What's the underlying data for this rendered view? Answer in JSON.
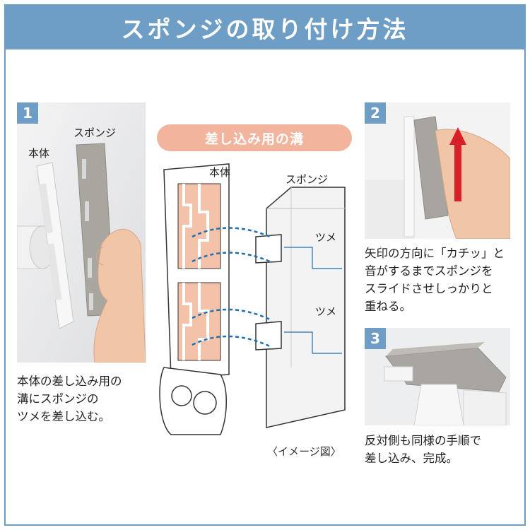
{
  "header": {
    "title": "スポンジの取り付け方法"
  },
  "step1": {
    "number": "1",
    "label_body": "本体",
    "label_sponge": "スポンジ",
    "caption_lines": [
      "本体の差し込み用の",
      "溝にスポンジの",
      "ツメを差し込む。"
    ]
  },
  "diagram": {
    "pill": "差し込み用の溝",
    "label_body": "本体",
    "label_sponge": "スポンジ",
    "label_tab_top": "ツメ",
    "label_tab_bottom": "ツメ",
    "note": "〈イメージ図〉"
  },
  "step2": {
    "number": "2",
    "caption_lines": [
      "矢印の方向に「カチッ」と",
      "音がするまでスポンジを",
      "スライドさせしっかりと",
      "重ねる。"
    ]
  },
  "step3": {
    "number": "3",
    "caption_lines": [
      "反対側も同様の手順で",
      "差し込み、完成。"
    ]
  },
  "colors": {
    "accent_blue": "#6e9dc6",
    "pill_salmon": "#f2b49c",
    "groove_orange": "#f4c2a8",
    "arrow_red": "#d61f26",
    "dash_blue": "#1f6fb2"
  }
}
